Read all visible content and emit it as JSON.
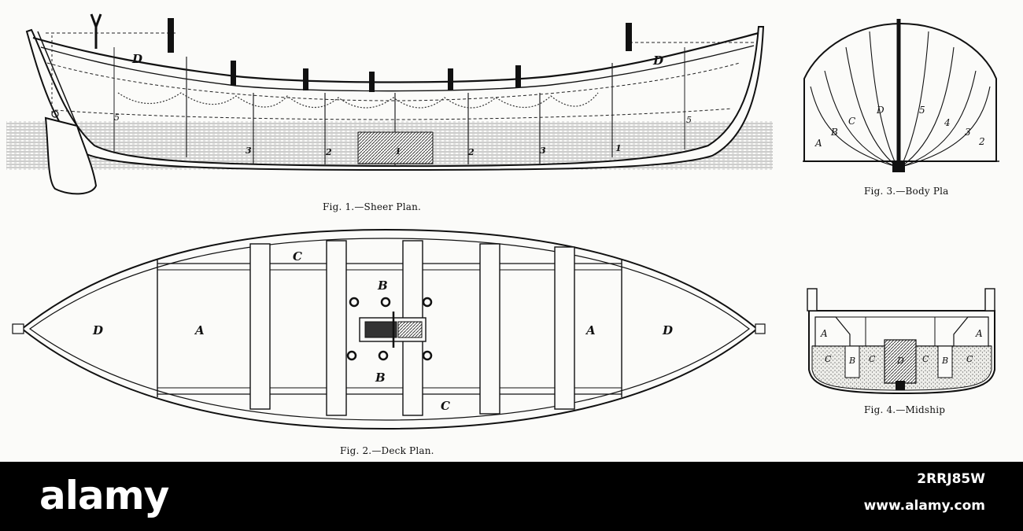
{
  "captions": {
    "fig1": "Fig. 1.—Sheer Plan.",
    "fig2": "Fig. 2.—Deck Plan.",
    "fig3": "Fig. 3.—Body Pla",
    "fig4": "Fig. 4.—Midship"
  },
  "sheer_plan": {
    "labels": [
      "D",
      "D",
      "5",
      "5",
      "3",
      "2",
      "1",
      "2",
      "3",
      "1"
    ]
  },
  "deck_plan": {
    "labels": [
      "C",
      "B",
      "D",
      "A",
      "A",
      "D",
      "B",
      "C"
    ]
  },
  "body_plan": {
    "labels": [
      "A",
      "B",
      "C",
      "D",
      "5",
      "4",
      "3",
      "2"
    ]
  },
  "midship": {
    "labels": [
      "A",
      "A",
      "C",
      "B",
      "C",
      "D",
      "C",
      "B",
      "C"
    ]
  },
  "watermark": {
    "brand": "alamy",
    "image_id": "2RRJ85W",
    "url": "www.alamy.com"
  },
  "colors": {
    "ink": "#111111",
    "paper": "#fbfbf9",
    "bar": "#000000"
  }
}
